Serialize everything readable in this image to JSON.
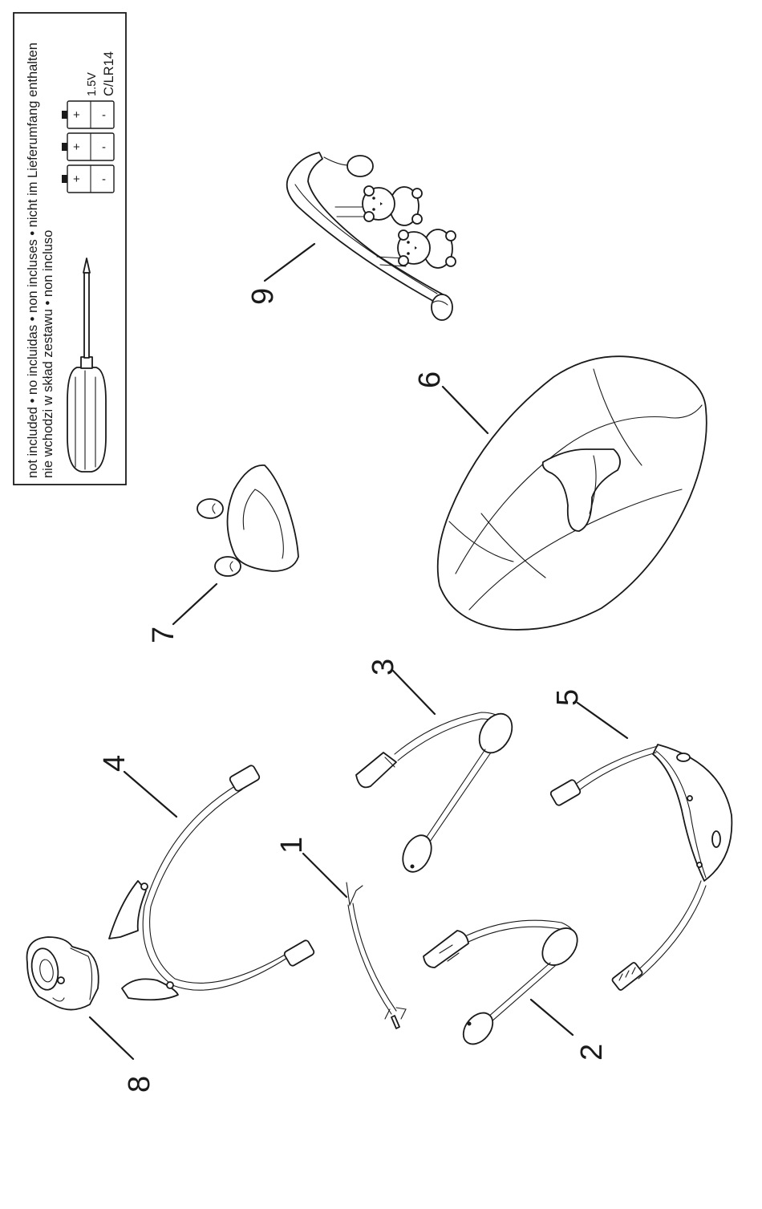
{
  "notice": {
    "line1": "not included • no incluidas • non incluses • nicht im Lieferumfang enthalten",
    "line2": "nie wchodzi w skład zestawu • non incluso",
    "battery_voltage": "1.5V",
    "battery_type": "C/LR14",
    "battery_plus": "+",
    "battery_minus": "-"
  },
  "labels": {
    "p1": "1",
    "p2": "2",
    "p3": "3",
    "p4": "4",
    "p5": "5",
    "p6": "6",
    "p7": "7",
    "p8": "8",
    "p9": "9"
  }
}
